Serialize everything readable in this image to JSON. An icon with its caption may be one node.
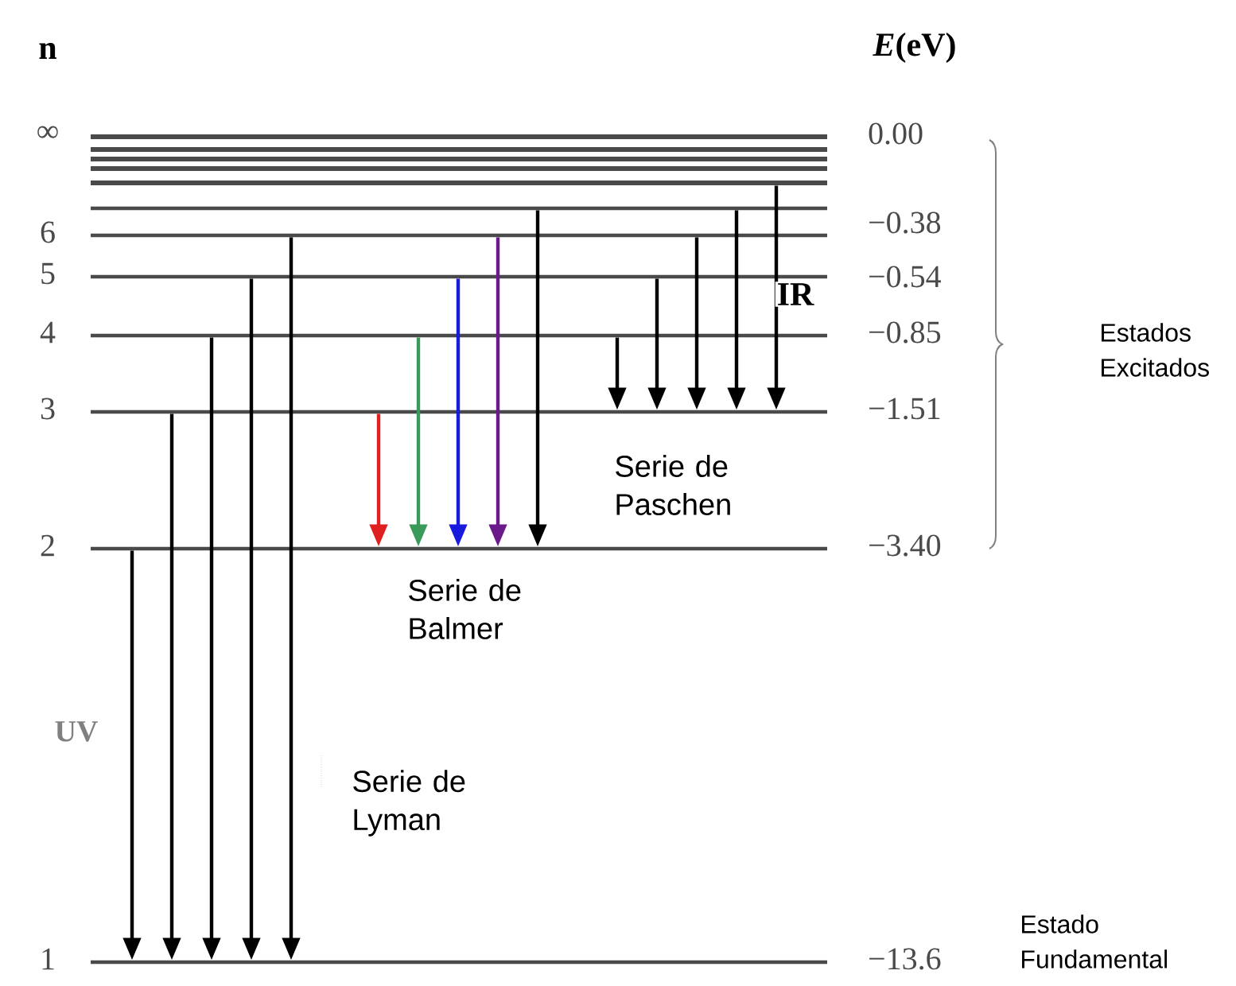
{
  "diagram": {
    "nodes": [
      {
        "text": [
          "∞"
        ],
        "beside": [
          "0.00"
        ]
      },
      {
        "text": [],
        "shape": "bar"
      },
      {
        "text": [],
        "shape": "bar"
      },
      {
        "text": [],
        "shape": "bar"
      },
      {
        "text": [],
        "shape": "bar"
      },
      {
        "text": [],
        "shape": "bar"
      },
      {
        "text": [
          "6"
        ],
        "beside": [
          "−0.38"
        ]
      },
      {
        "text": [
          "5"
        ],
        "beside": [
          "−0.54"
        ]
      },
      {
        "text": [
          "4"
        ],
        "beside": [
          "−0.85"
        ]
      },
      {
        "text": [
          "3"
        ],
        "beside": [
          "−1.51"
        ]
      },
      {
        "text": [
          "2"
        ],
        "beside": [
          "−3.40"
        ]
      },
      {
        "text": [
          "1"
        ],
        "beside": [
          "−13.6"
        ]
      }
    ],
    "edges": [
      {
        "from": 10,
        "to": 11,
        "arrow": "to"
      },
      {
        "from": 9,
        "to": 11,
        "arrow": "to"
      },
      {
        "from": 8,
        "to": 11,
        "arrow": "to"
      },
      {
        "from": 7,
        "to": 11,
        "arrow": "to"
      },
      {
        "from": 6,
        "to": 11,
        "arrow": "to"
      },
      {
        "from": 9,
        "to": 10,
        "arrow": "to",
        "color": "#e02020"
      },
      {
        "from": 8,
        "to": 10,
        "arrow": "to",
        "color": "#3a9a5a"
      },
      {
        "from": 7,
        "to": 10,
        "arrow": "to",
        "color": "#1a1adf"
      },
      {
        "from": 6,
        "to": 10,
        "arrow": "to",
        "color": "#6a1a8a"
      },
      {
        "from": 5,
        "to": 10,
        "arrow": "to"
      },
      {
        "from": 8,
        "to": 9,
        "arrow": "to"
      },
      {
        "from": 7,
        "to": 9,
        "arrow": "to"
      },
      {
        "from": 6,
        "to": 9,
        "arrow": "to"
      },
      {
        "from": 5,
        "to": 9,
        "arrow": "to"
      },
      {
        "from": 4,
        "to": 9,
        "arrow": "to"
      }
    ],
    "labels": [
      "n",
      "*E*(eV)",
      "IR",
      "Estados Excitados",
      "Serie de Paschen",
      "Serie de Balmer",
      "UV",
      "Serie de Lyman",
      "Estado Fundamental"
    ]
  }
}
